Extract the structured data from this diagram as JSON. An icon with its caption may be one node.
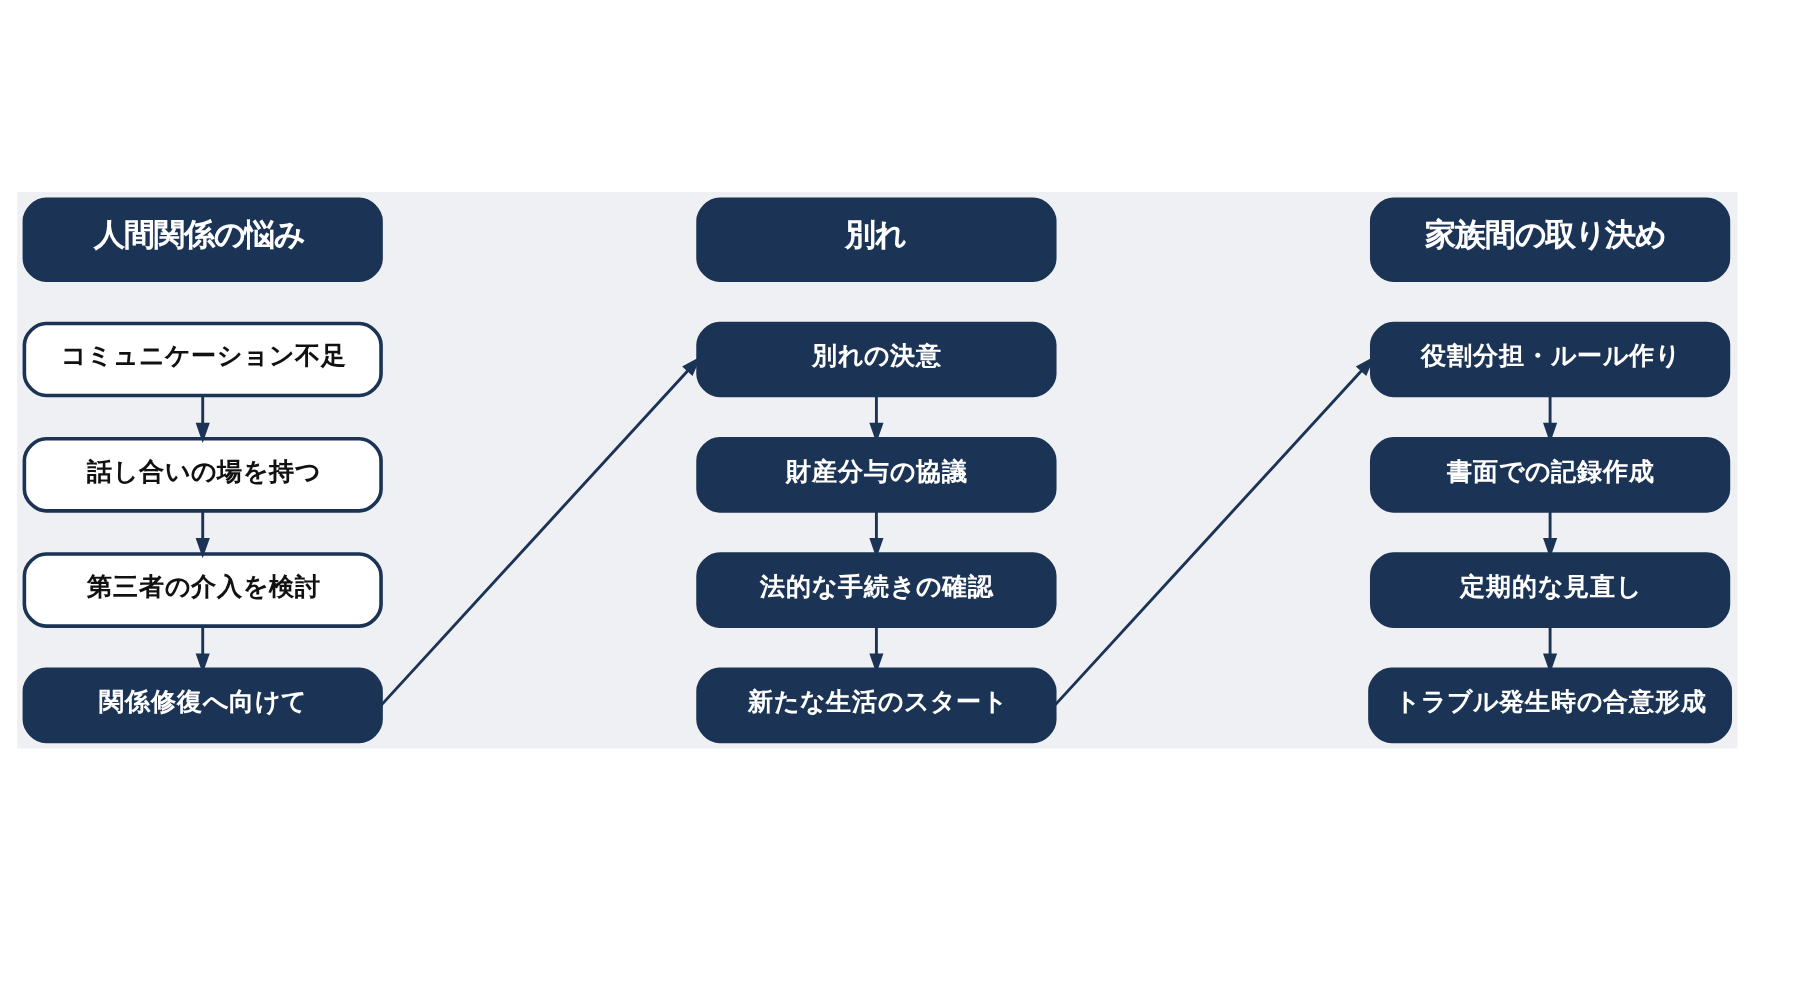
{
  "diagram": {
    "nodes": [
      {
        "text": [
          "人間関係の悩み"
        ]
      },
      {
        "text": [
          "コミュニケーション不足"
        ]
      },
      {
        "text": [
          "話し合いの場を持つ"
        ]
      },
      {
        "text": [
          "第三者の介入を検討"
        ]
      },
      {
        "text": [
          "関係修復へ向けて"
        ]
      },
      {
        "text": [
          "別れ"
        ]
      },
      {
        "text": [
          "別れの決意"
        ]
      },
      {
        "text": [
          "財産分与の協議"
        ]
      },
      {
        "text": [
          "法的な手続きの確認"
        ]
      },
      {
        "text": [
          "新たな生活のスタート"
        ]
      },
      {
        "text": [
          "家族間の取り決め"
        ]
      },
      {
        "text": [
          "役割分担・ルール作り"
        ]
      },
      {
        "text": [
          "書面での記録作成"
        ]
      },
      {
        "text": [
          "定期的な見直し"
        ]
      },
      {
        "text": [
          "トラブル発生時の合意形成"
        ]
      }
    ],
    "edges": [
      {
        "from": 1,
        "to": 2,
        "arrow": "to"
      },
      {
        "from": 2,
        "to": 3,
        "arrow": "to"
      },
      {
        "from": 3,
        "to": 4,
        "arrow": "to"
      },
      {
        "from": 4,
        "to": 6,
        "arrow": "to"
      },
      {
        "from": 6,
        "to": 7,
        "arrow": "to"
      },
      {
        "from": 7,
        "to": 8,
        "arrow": "to"
      },
      {
        "from": 8,
        "to": 9,
        "arrow": "to"
      },
      {
        "from": 9,
        "to": 11,
        "arrow": "to"
      },
      {
        "from": 11,
        "to": 12,
        "arrow": "to"
      },
      {
        "from": 12,
        "to": 13,
        "arrow": "to"
      },
      {
        "from": 13,
        "to": 14,
        "arrow": "to"
      }
    ]
  }
}
